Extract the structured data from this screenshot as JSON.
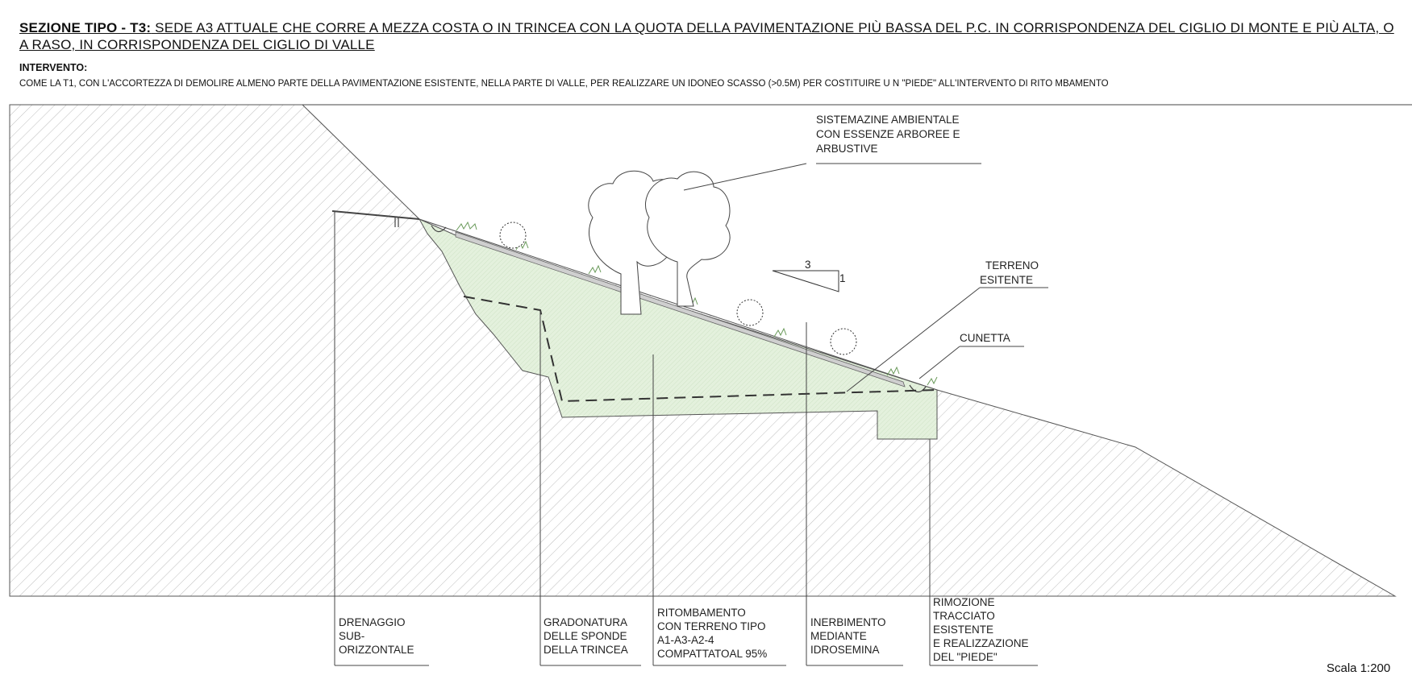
{
  "header": {
    "title_bold": "SEZIONE TIPO - T3",
    "title_sep": ":",
    "title_line1": " SEDE A3 ATTUALE CHE CORRE A MEZZA COSTA O IN TRINCEA CON LA QUOTA DELLA PAVIMENTAZIONE PIÙ BASSA DEL P.C. IN CORRISPONDENZA DEL CIGLIO DI    MONTE E PIÙ ALTA, O",
    "title_line2": "A RASO, IN CORRISPONDENZA DEL CIGLIO DI VALLE",
    "intervento_label": "INTERVENTO:",
    "intervento_text": "COME LA T1,  CON L'ACCORTEZZA DI DEMOLIRE ALMENO PARTE DELLA PAVIMENTAZIONE ESISTENTE, NELLA PARTE DI VALLE, PER REALIZZARE UN IDONEO SCASSO (>0.5M) PER COSTITUIRE U  N \"PIEDE\" ALL'INTERVENTO DI RITO     MBAMENTO"
  },
  "annotations": {
    "sistemazione": [
      "SISTEMAZINE AMBIENTALE",
      "CON ESSENZE ARBOREE E",
      " ARBUSTIVE"
    ],
    "terreno": [
      "TERRENO",
      "ESITENTE"
    ],
    "cunetta": "CUNETTA",
    "slope_run": "3",
    "slope_rise": "1"
  },
  "callouts": {
    "drenaggio": [
      "DRENAGGIO",
      "SUB-",
      "ORIZZONTALE"
    ],
    "gradonatura": [
      "GRADONATURA",
      "DELLE SPONDE",
      "DELLA TRINCEA"
    ],
    "ritombamento": [
      "RITOMBAMENTO",
      "CON TERRENO TIPO",
      "A1-A3-A2-4",
      "COMPATTATOAL 95%"
    ],
    "inerbimento": [
      "INERBIMENTO",
      "MEDIANTE",
      "IDROSEMINA"
    ],
    "rimozione": [
      "RIMOZIONE",
      "TRACCIATO",
      "ESISTENTE",
      "E REALIZZAZIONE",
      "DEL \"PIEDE\""
    ]
  },
  "scale": "Scala 1:200",
  "colors": {
    "fill_green": "#e2f0dc",
    "hatch": "#b9b9b9",
    "line": "#333333"
  }
}
